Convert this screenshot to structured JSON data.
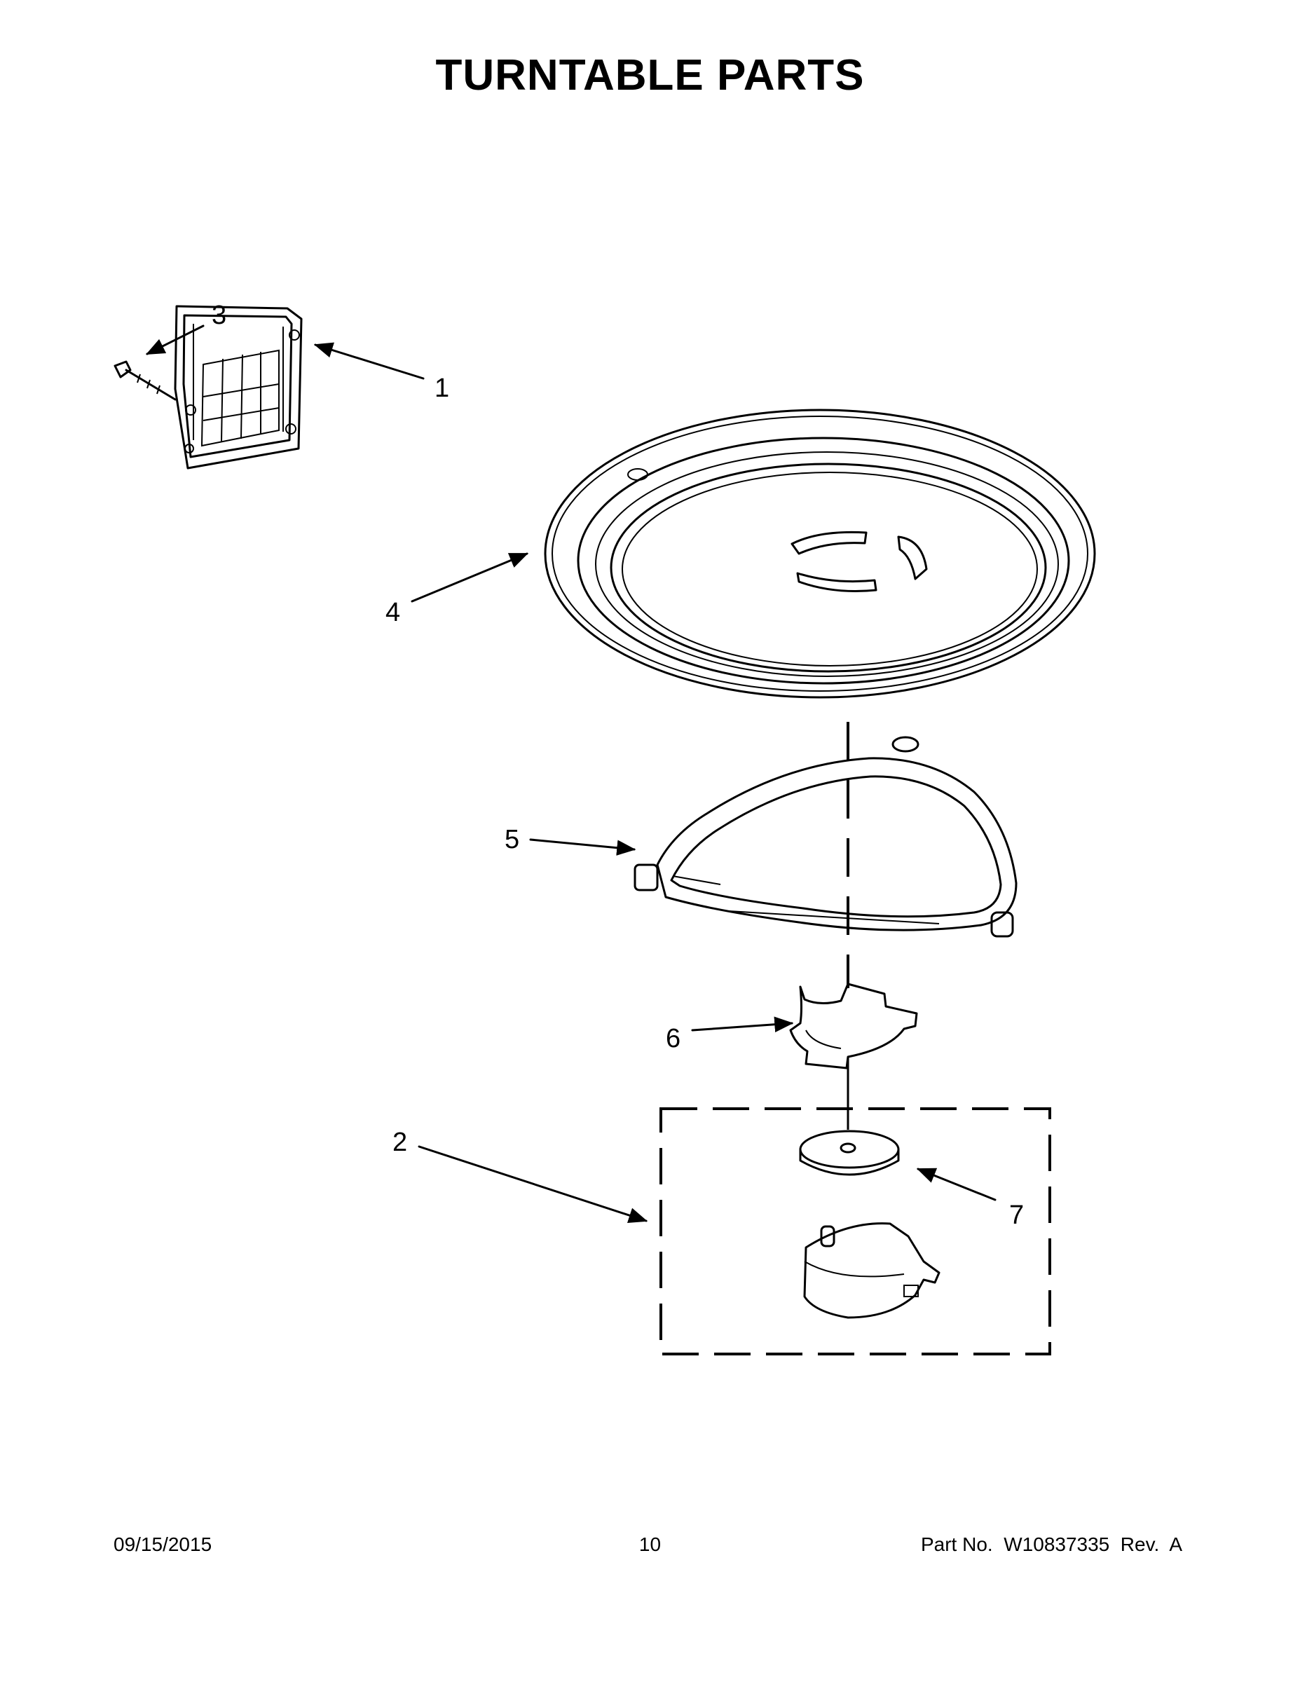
{
  "page": {
    "title": "TURNTABLE PARTS"
  },
  "callouts": [
    {
      "id": "1",
      "label": "1"
    },
    {
      "id": "2",
      "label": "2"
    },
    {
      "id": "3",
      "label": "3"
    },
    {
      "id": "4",
      "label": "4"
    },
    {
      "id": "5",
      "label": "5"
    },
    {
      "id": "6",
      "label": "6"
    },
    {
      "id": "7",
      "label": "7"
    }
  ],
  "footer": {
    "date": "09/15/2015",
    "page_number": "10",
    "part_info": "Part No.  W10837335  Rev.  A"
  }
}
